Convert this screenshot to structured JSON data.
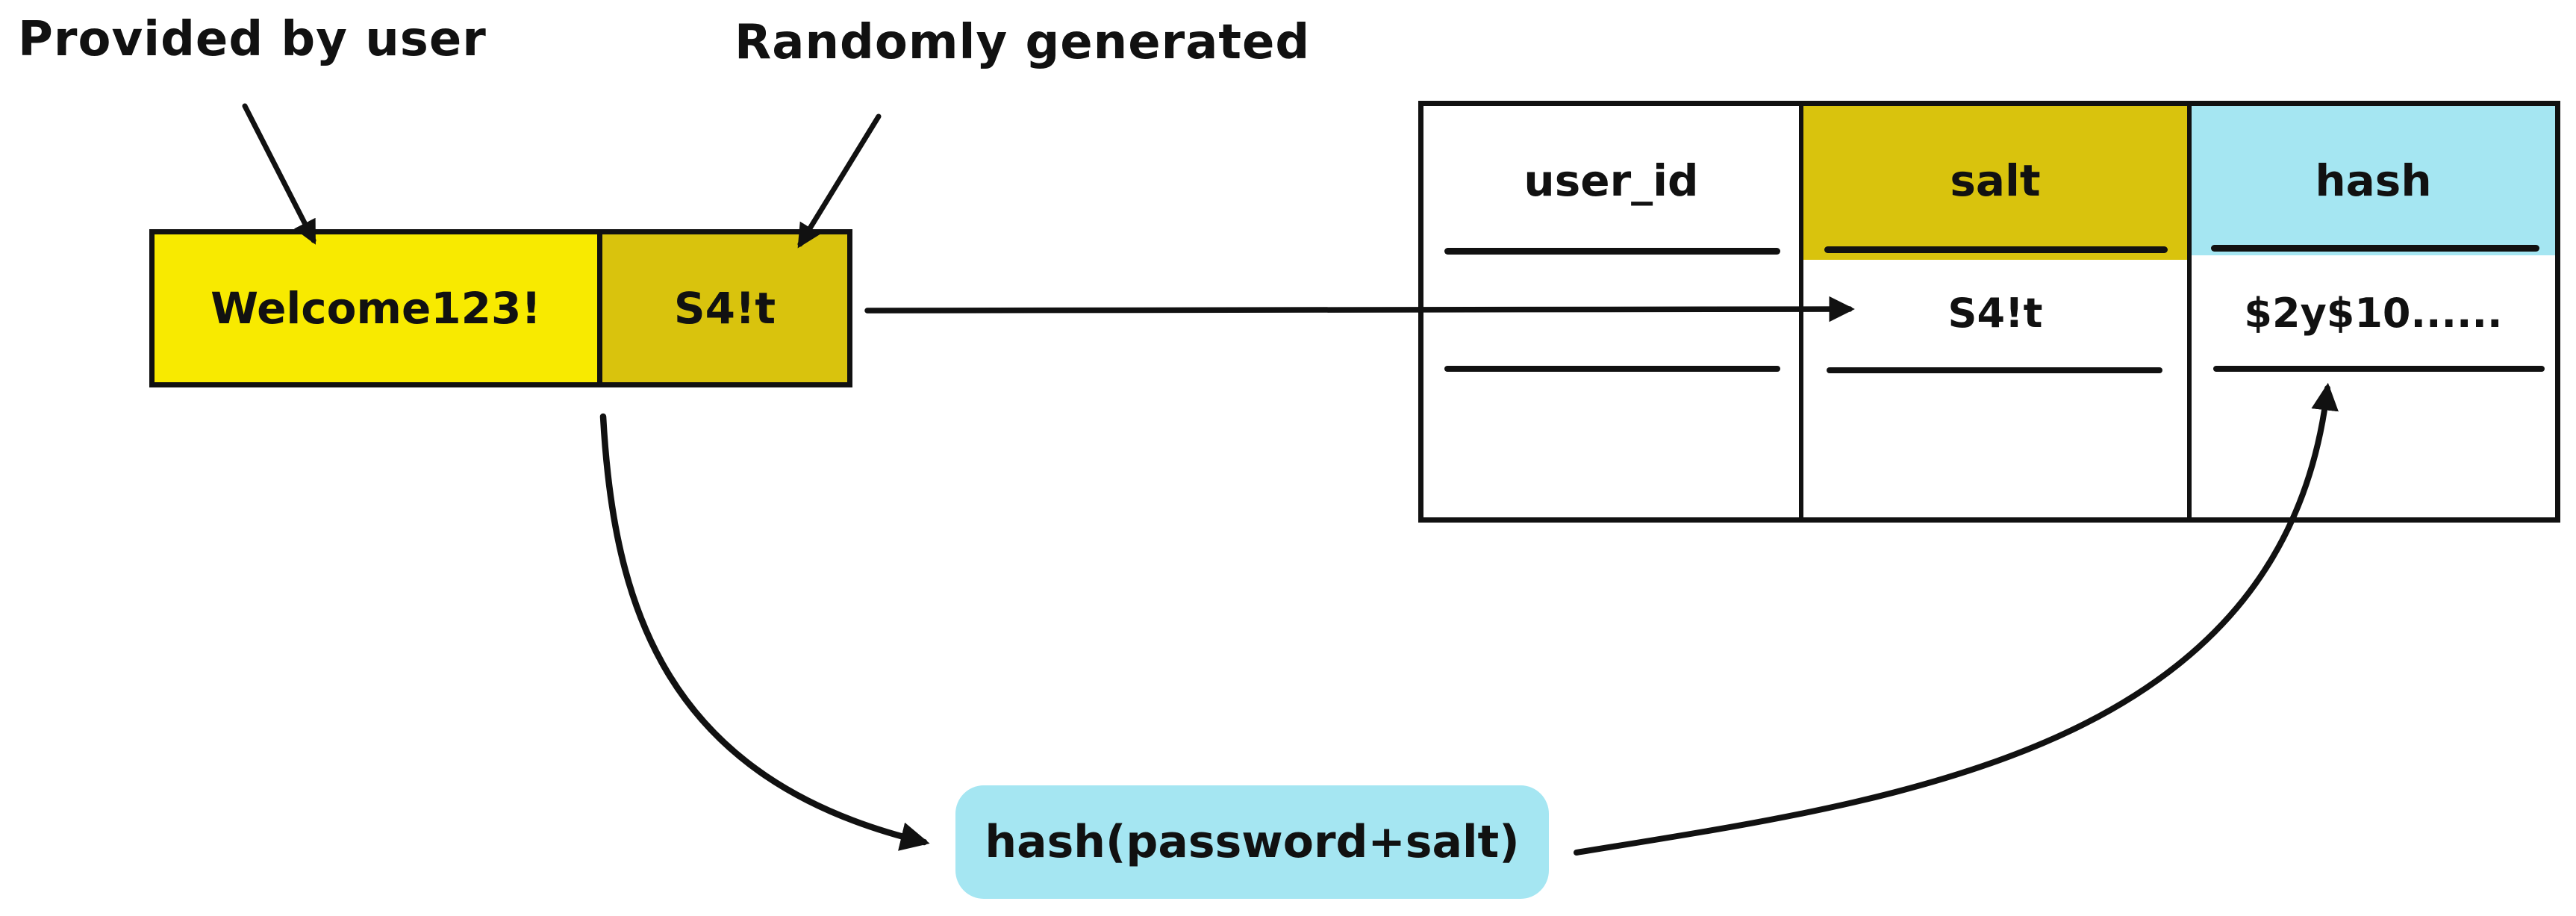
{
  "labels": {
    "provided_by_user": "Provided by user",
    "randomly_generated": "Randomly generated"
  },
  "password_block": {
    "password": "Welcome123!",
    "salt": "S4!t"
  },
  "table": {
    "columns": [
      {
        "key": "user_id",
        "label": "user_id",
        "header_bg": "#FFFFFF"
      },
      {
        "key": "salt",
        "label": "salt",
        "header_bg": "#D9C30D"
      },
      {
        "key": "hash",
        "label": "hash",
        "header_bg": "#A5E6F2"
      }
    ],
    "rows": [
      {
        "user_id": "",
        "salt": "S4!t",
        "hash": "$2y$10......"
      }
    ]
  },
  "hash_function_label": "hash(password+salt)",
  "colors": {
    "password_bg": "#F8EA00",
    "salt_bg": "#D9C30D",
    "table_salt_header_bg": "#D9C30D",
    "table_hash_header_bg": "#A5E6F2",
    "hash_pill_bg": "#A5E6F2",
    "ink": "#111111"
  }
}
